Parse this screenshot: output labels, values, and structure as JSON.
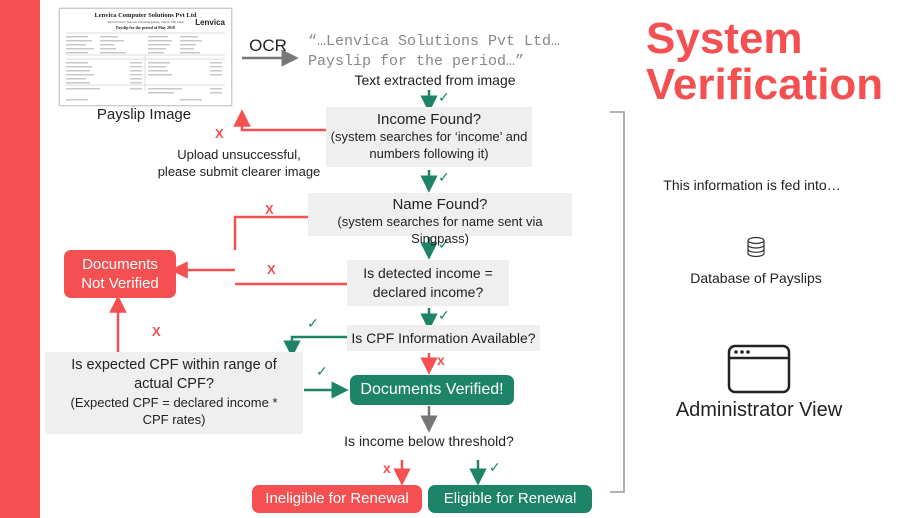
{
  "colors": {
    "red": "#f45052",
    "green": "#1e8467",
    "grey_box": "#efefef",
    "arrow_grey": "#777777"
  },
  "title": {
    "line1": "System",
    "line2": "Verification"
  },
  "payslip": {
    "company": "Lenvica Computer Solutions Pvt Ltd",
    "address": "Second Floor, Sunrise Industrial Estate, Indore, MP, India",
    "period": "Payslip for the period of May 2018",
    "logo": "Lenvica",
    "caption": "Payslip Image"
  },
  "ocr": {
    "label": "OCR",
    "line1": "“…Lenvica Solutions Pvt Ltd…",
    "line2": "Payslip for the period…”",
    "caption": "Text extracted from image"
  },
  "marks": {
    "check": "✓",
    "cross": "X",
    "cross_lower": "x"
  },
  "upload_error": {
    "line1": "Upload unsuccessful,",
    "line2": "please submit clearer image"
  },
  "steps": {
    "income": {
      "title": "Income Found?",
      "line1": "(system searches for ‘income’ and",
      "line2": "numbers following it)"
    },
    "name": {
      "title": "Name Found?",
      "line1": "(system searches for name sent via Singpass)"
    },
    "match": {
      "line1": "Is detected income =",
      "line2": "declared income?"
    },
    "cpf": {
      "title": "Is CPF Information Available?"
    },
    "range": {
      "line1": "Is expected CPF within range of",
      "line2": "actual CPF?",
      "line3": "(Expected CPF = declared income *",
      "line4": "CPF rates)"
    },
    "threshold": {
      "title": "Is income below threshold?"
    }
  },
  "outcomes": {
    "not_verified": {
      "line1": "Documents",
      "line2": "Not Verified"
    },
    "verified": "Documents Verified!",
    "ineligible": "Ineligible for Renewal",
    "eligible": "Eligible for Renewal"
  },
  "sidebar": {
    "fed_text": "This information is fed into…",
    "database_icon": "database-icon",
    "database_label": "Database of Payslips",
    "window_icon": "browser-window-icon",
    "admin_label": "Administrator View"
  }
}
